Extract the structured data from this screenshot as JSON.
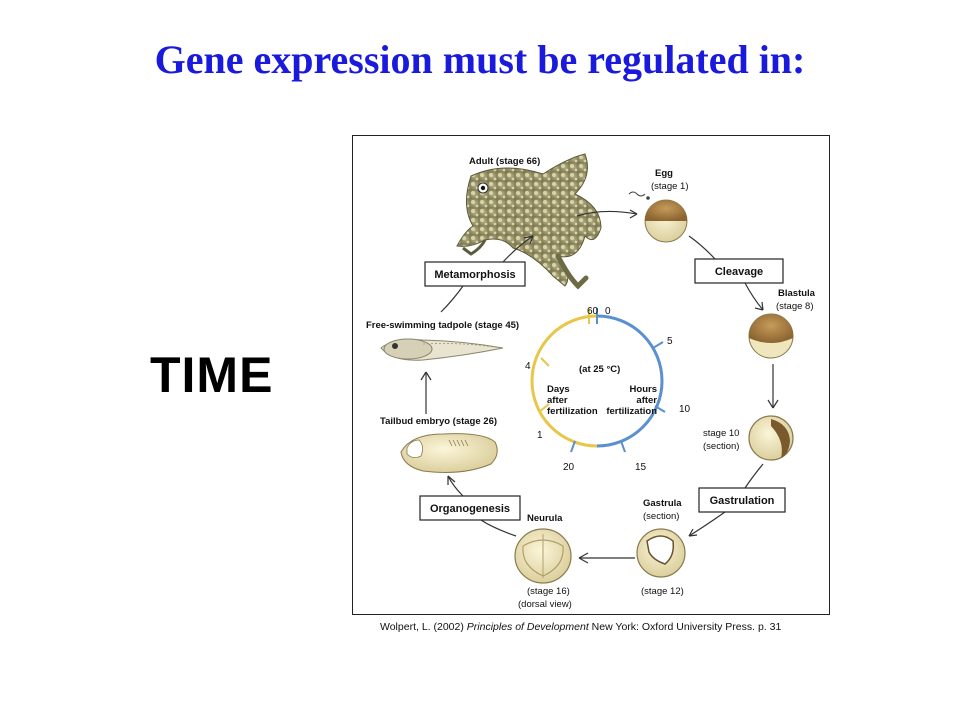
{
  "slide": {
    "title": "Gene expression must be regulated in:",
    "side_label": "TIME",
    "caption": {
      "author": "Wolpert, L. (2002) ",
      "book": "Principles of Development",
      "rest": " New York: Oxford University Press. p. 31"
    }
  },
  "diagram": {
    "stages": {
      "adult": "Adult (stage 66)",
      "egg": "Egg",
      "egg_sub": "(stage 1)",
      "blastula": "Blastula",
      "blastula_sub": "(stage 8)",
      "stage10": "stage 10",
      "stage10_sub": "(section)",
      "gastrula": "Gastrula",
      "gastrula_sub": "(section)",
      "gastrula_stage": "(stage 12)",
      "neurula": "Neurula",
      "neurula_stage": "(stage 16)",
      "neurula_view": "(dorsal view)",
      "tailbud": "Tailbud embryo (stage 26)",
      "tadpole": "Free-swimming tadpole (stage 45)"
    },
    "processes": {
      "cleavage": "Cleavage",
      "gastrulation": "Gastrulation",
      "organogenesis": "Organogenesis",
      "metamorphosis": "Metamorphosis"
    },
    "clock": {
      "temp": "(at 25 °C)",
      "days_line1": "Days",
      "days_line2": "after",
      "days_line3": "fertilization",
      "hours_line1": "Hours",
      "hours_line2": "after",
      "hours_line3": "fertilization",
      "hour_ticks": [
        "0",
        "5",
        "10",
        "15",
        "20"
      ],
      "day_ticks": [
        "1",
        "4",
        "60"
      ],
      "day_color": "#e8c64a",
      "hour_color": "#5a8fd0"
    }
  }
}
